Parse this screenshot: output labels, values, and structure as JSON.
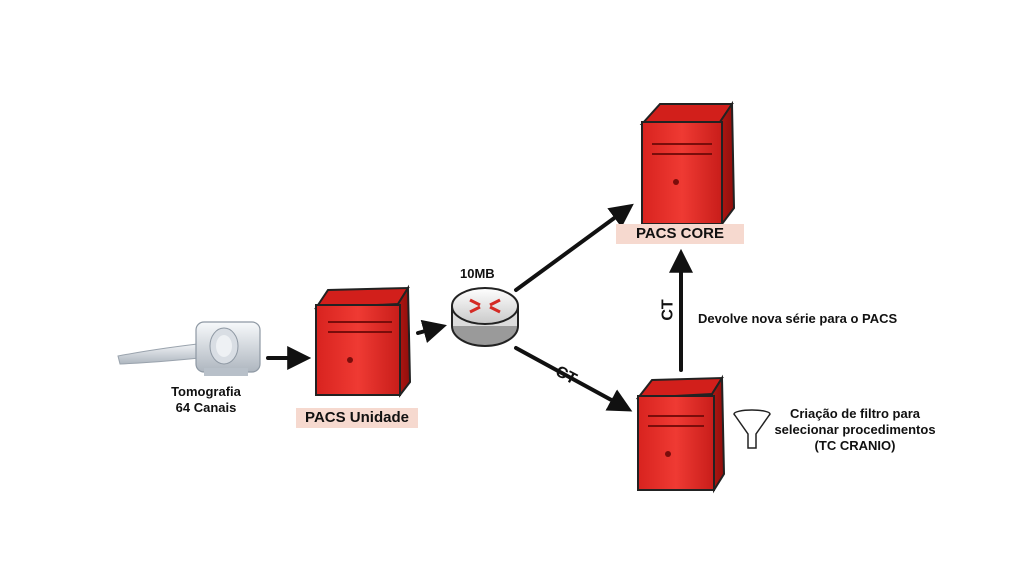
{
  "nodes": {
    "tomografia": {
      "line1": "Tomografia",
      "line2": "64 Canais"
    },
    "pacs_unidade": {
      "label": "PACS Unidade"
    },
    "router": {
      "label": "10MB"
    },
    "pacs_core": {
      "label": "PACS CORE"
    },
    "filter_server": {
      "line1": "Criação de filtro para",
      "line2": "selecionar procedimentos",
      "line3": "(TC CRANIO)"
    }
  },
  "edges": {
    "router_to_filter": {
      "label": "CT"
    },
    "filter_to_core": {
      "label": "CT",
      "note": "Devolve nova série para o PACS"
    }
  },
  "colors": {
    "server_red": "#e8312b",
    "label_bg": "#f6d9cf",
    "arrow": "#111111"
  },
  "icons": [
    "ct-scanner-icon",
    "server-icon",
    "router-icon",
    "funnel-icon"
  ]
}
